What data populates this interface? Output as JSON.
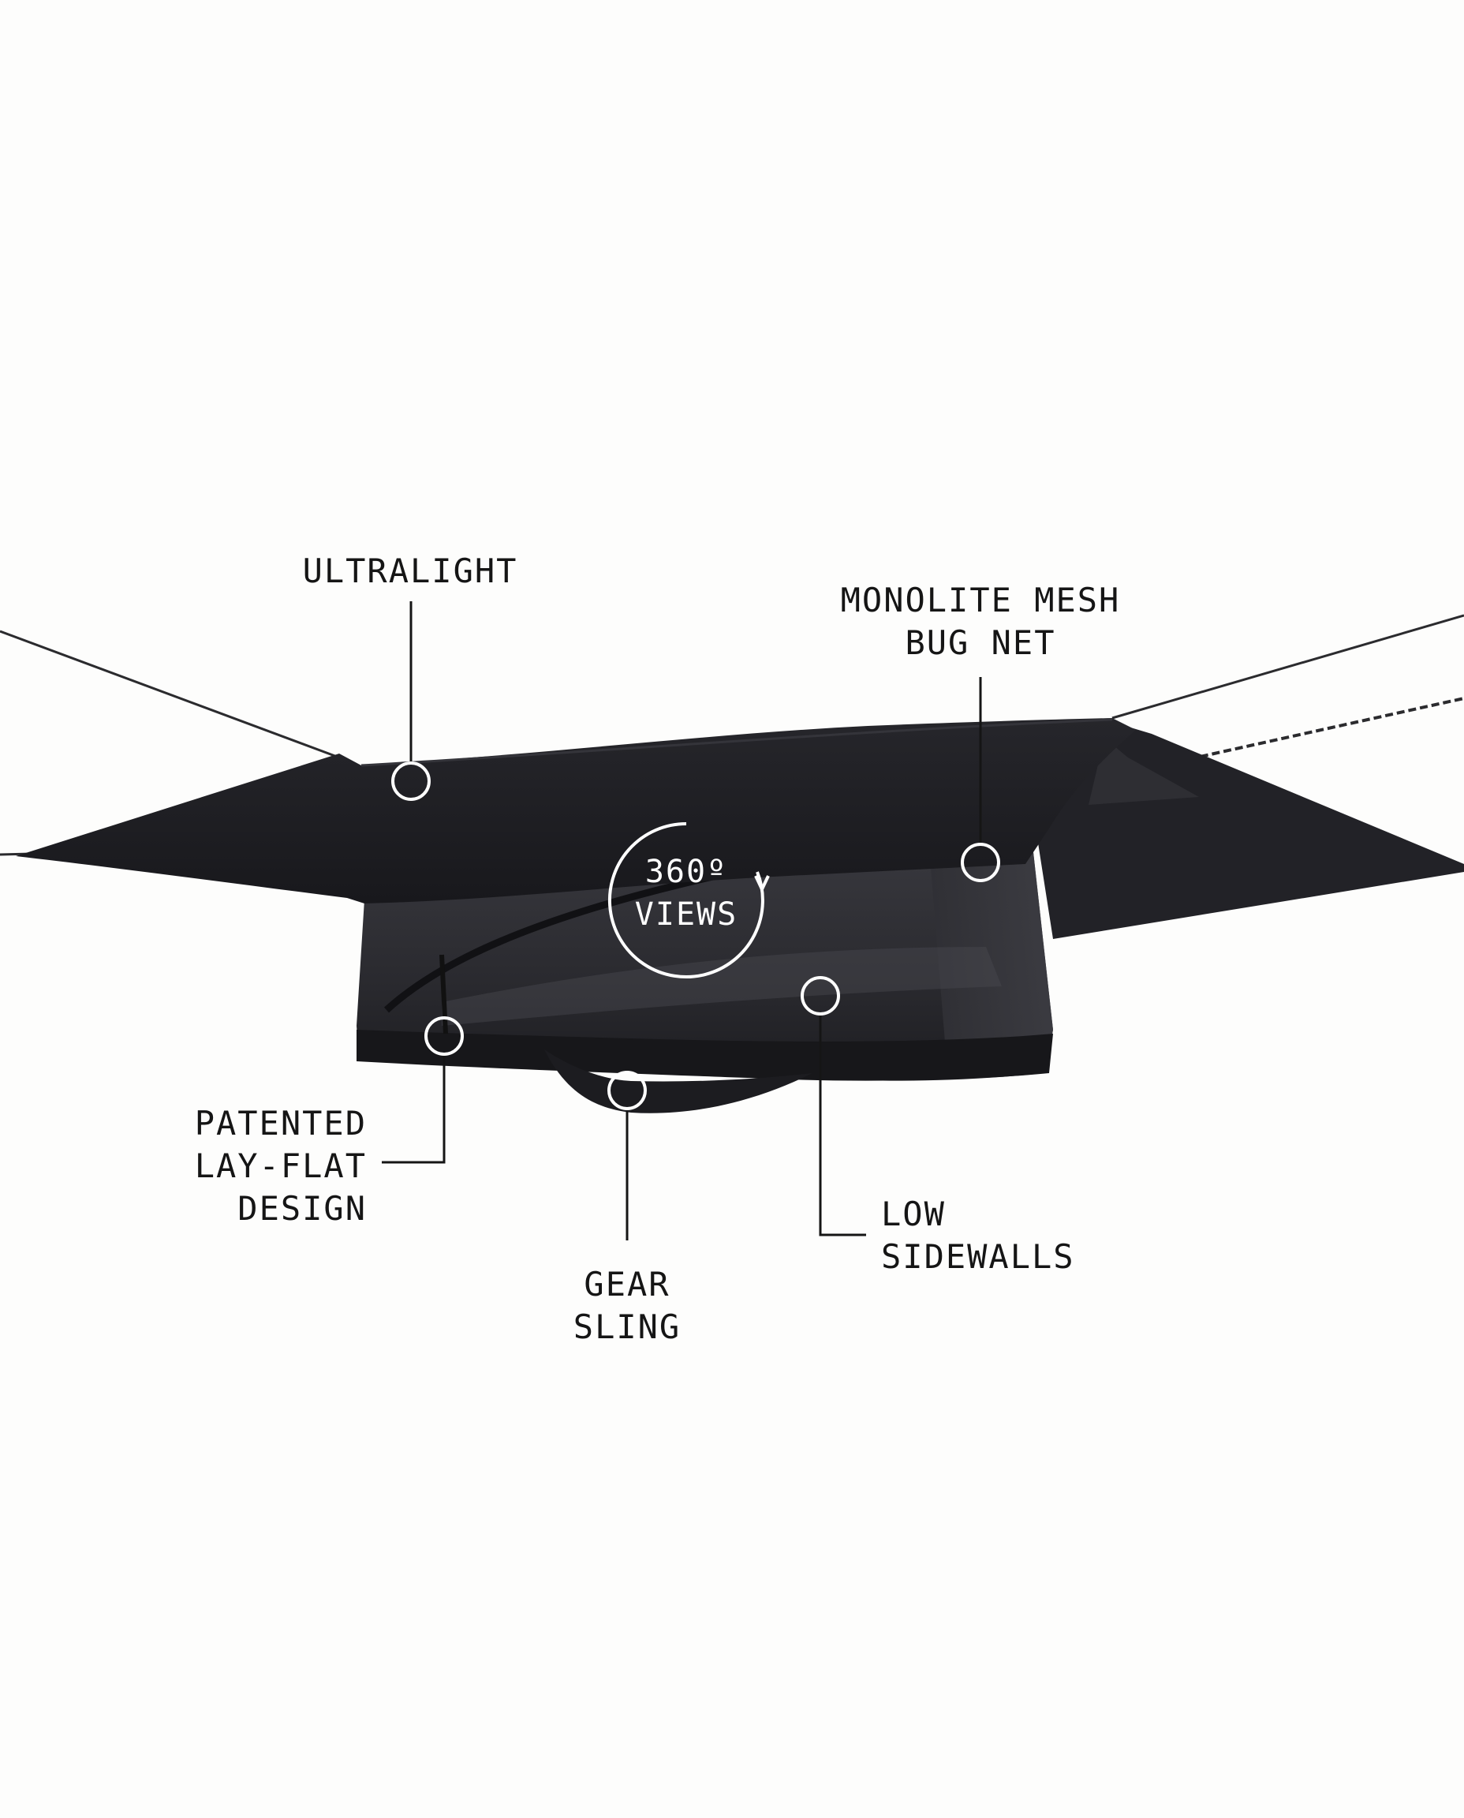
{
  "colors": {
    "background": "#fdfdfc",
    "label_text": "#151515",
    "fabric": "#1e1e22",
    "mesh": "#2b2b30",
    "callout_white": "#ffffff"
  },
  "badge": {
    "line1": "360º",
    "line2": "VIEWS",
    "icon": "rotate-arrow-icon"
  },
  "callouts": {
    "ultralight": {
      "lines": [
        "ULTRALIGHT"
      ]
    },
    "bug_net": {
      "lines": [
        "MONOLITE MESH",
        "BUG NET"
      ]
    },
    "lay_flat": {
      "lines": [
        "PATENTED",
        "LAY-FLAT",
        "DESIGN"
      ]
    },
    "gear_sling": {
      "lines": [
        "GEAR",
        "SLING"
      ]
    },
    "sidewalls": {
      "lines": [
        "LOW",
        "SIDEWALLS"
      ]
    }
  }
}
